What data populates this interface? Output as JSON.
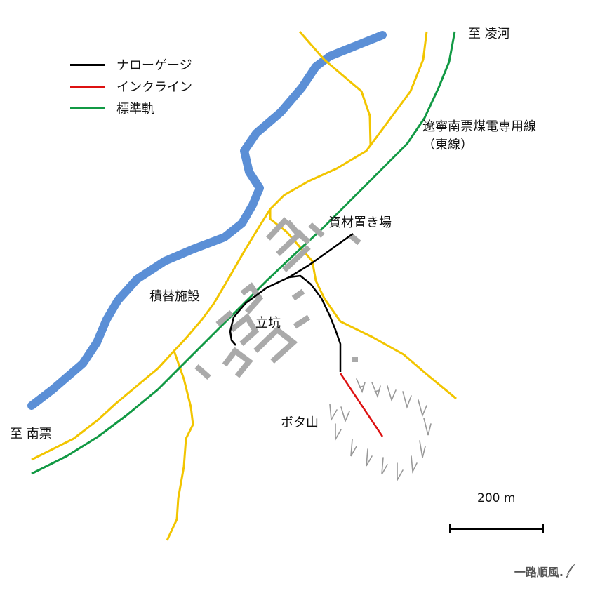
{
  "legend": {
    "items": [
      {
        "label": "ナローゲージ",
        "color": "#000000"
      },
      {
        "label": "インクライン",
        "color": "#dd1111"
      },
      {
        "label": "標準軌",
        "color": "#119944"
      }
    ]
  },
  "labels": {
    "to_linghe": "至 凌河",
    "line_name_1": "遼寧南票煤電専用線",
    "line_name_2": "（東線）",
    "material_yard": "資材置き場",
    "transfer_facility": "積替施設",
    "shaft": "立坑",
    "spoil_heap": "ボタ山",
    "to_nanpiao": "至 南票"
  },
  "scale": {
    "label": "200 m"
  },
  "watermark": {
    "text": "一路順風."
  },
  "colors": {
    "river": "#5b8fd6",
    "road": "#f2c500",
    "standard_gauge": "#119944",
    "narrow_gauge": "#000000",
    "incline": "#dd1111",
    "buildings": "#aaaaaa",
    "heap_symbol": "#999999"
  },
  "icons": {
    "watermark_icon": "feather-pen-icon"
  }
}
